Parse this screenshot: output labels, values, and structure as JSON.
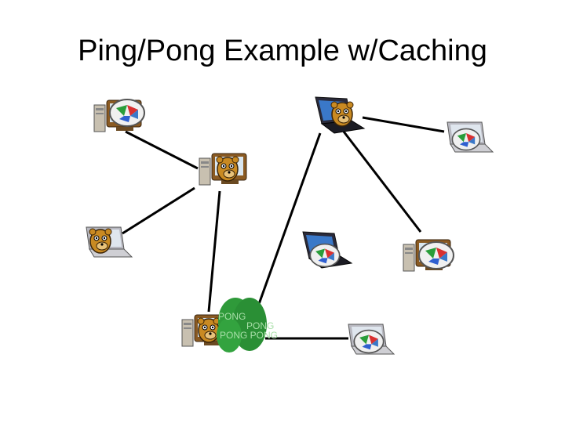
{
  "title": "Ping/Pong Example w/Caching",
  "cache_blob": {
    "lines": [
      "PONG",
      "PONG",
      "PONG PONG"
    ],
    "color": "#2e8b2e"
  },
  "icons": {
    "desktop": "desktop-computer-icon",
    "laptop": "laptop-computer-icon",
    "gnutella_bear": "gnutella-mascot-icon",
    "lime_ball": "limewire-ball-icon"
  },
  "colors": {
    "edge": "#000000",
    "blob": "#2f9a3a",
    "blob_text": "#a9dfa9"
  }
}
